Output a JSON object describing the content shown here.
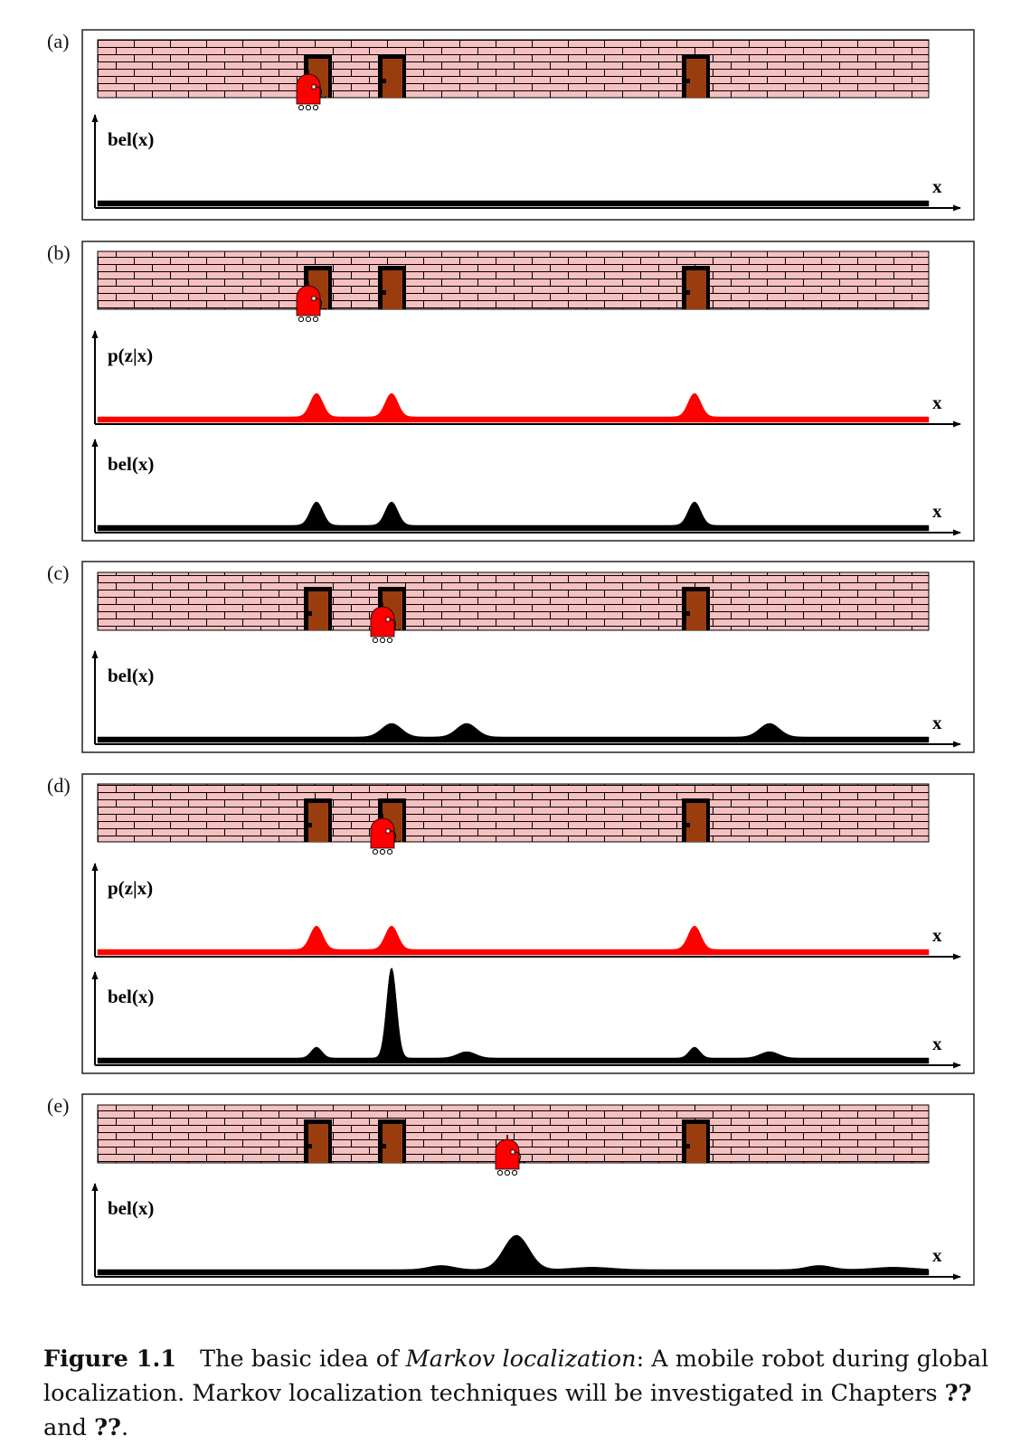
{
  "figure": {
    "panels": [
      {
        "label": "(a)",
        "robot_door": null,
        "plots": [
          {
            "label": "bel(x)",
            "axis": "x",
            "color": "#000000"
          }
        ]
      },
      {
        "label": "(b)",
        "robot_door": 0,
        "plots": [
          {
            "label": "p(z|x)",
            "axis": "x",
            "color": "#ff0000"
          },
          {
            "label": "bel(x)",
            "axis": "x",
            "color": "#000000"
          }
        ]
      },
      {
        "label": "(c)",
        "robot_door": 1,
        "plots": [
          {
            "label": "bel(x)",
            "axis": "x",
            "color": "#000000"
          }
        ]
      },
      {
        "label": "(d)",
        "robot_door": 1,
        "plots": [
          {
            "label": "p(z|x)",
            "axis": "x",
            "color": "#ff0000"
          },
          {
            "label": "bel(x)",
            "axis": "x",
            "color": "#000000"
          }
        ]
      },
      {
        "label": "(e)",
        "robot_door": null,
        "plots": [
          {
            "label": "bel(x)",
            "axis": "x",
            "color": "#000000"
          }
        ]
      }
    ],
    "door_count": 3,
    "colors": {
      "wall": "#f7c0c0",
      "brick_line": "#000000",
      "door": "#9a3d0e",
      "robot": "#ff0000",
      "measurement": "#ff0000",
      "belief": "#000000"
    }
  },
  "caption": {
    "label": "Figure 1.1",
    "text_1": "The basic idea of ",
    "emphasis": "Markov localization",
    "text_2": ": A mobile robot during global localization. Markov localization techniques will be investigated in Chapters ",
    "ref_1": "??",
    "text_3": " and ",
    "ref_2": "??",
    "text_4": "."
  }
}
